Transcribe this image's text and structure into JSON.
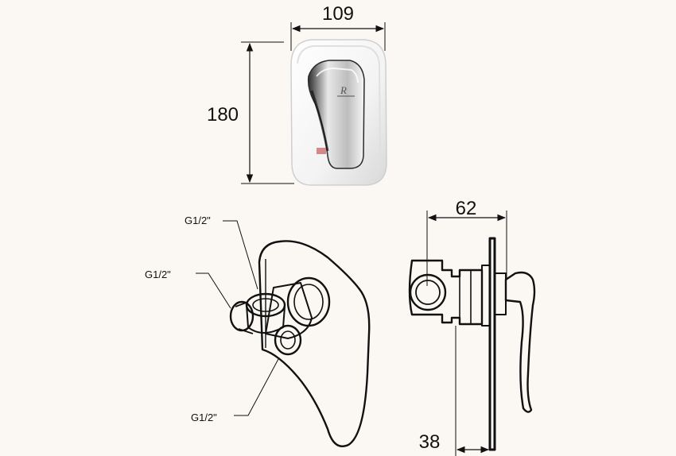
{
  "dimensions": {
    "width_top": "109",
    "height_left": "180",
    "depth_total": "62",
    "depth_wall": "38"
  },
  "thread_labels": {
    "top": "G1/2\"",
    "left": "G1/2\"",
    "bottom": "G1/2\""
  },
  "colors": {
    "background": "#fbf8f3",
    "line": "#111111",
    "chrome_light": "#f4f4f4",
    "chrome_dark": "#3a3a3a"
  }
}
